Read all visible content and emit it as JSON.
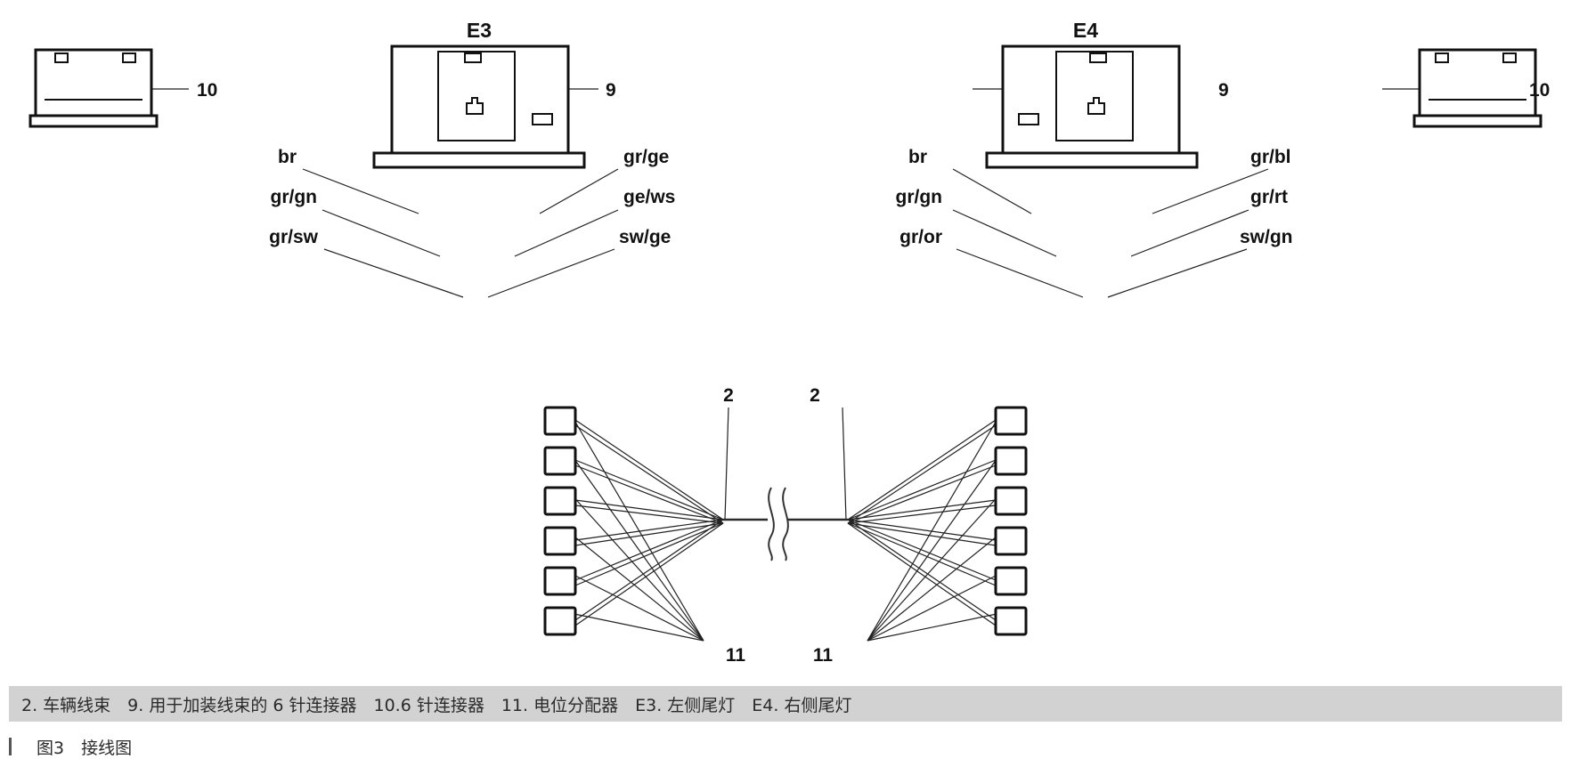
{
  "diagram": {
    "labels": {
      "e3": "E3",
      "e4": "E4",
      "part9": "9",
      "part10": "10",
      "part2": "2",
      "part11": "11"
    },
    "left_wires": [
      "br",
      "gr/gn",
      "gr/sw",
      "gr/ge",
      "ge/ws",
      "sw/ge"
    ],
    "right_wires": [
      "br",
      "gr/gn",
      "gr/or",
      "gr/bl",
      "gr/rt",
      "sw/gn"
    ]
  },
  "legend": {
    "text": "2. 车辆线束　9. 用于加装线束的 6 针连接器　10.6 针连接器　11. 电位分配器　E3. 左侧尾灯　E4. 右侧尾灯"
  },
  "caption": {
    "text": "图3　接线图"
  }
}
